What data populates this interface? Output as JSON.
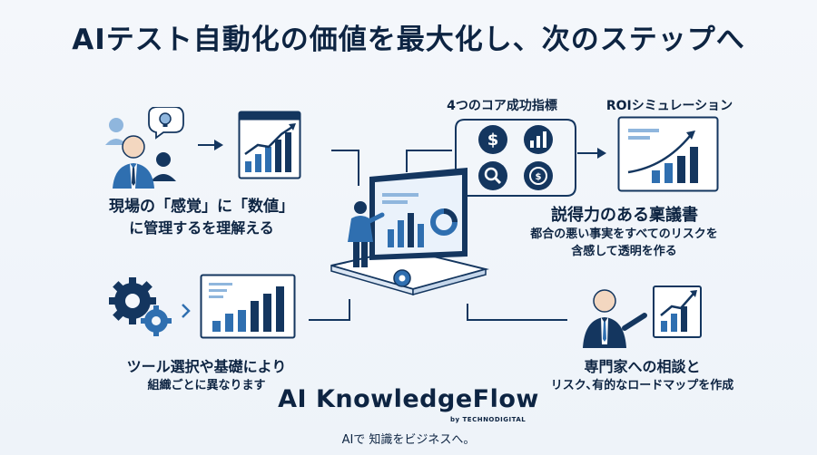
{
  "title": "AIテスト自動化の価値を最大化し、次のステップへ",
  "top_left": {
    "line1": "現場の「感覚」に「数値」",
    "line2": "に管理するを理解える"
  },
  "top_right": {
    "metrics_heading": "4つのコア成功指標",
    "roi_heading": "ROIシミュレーション",
    "proposal_title": "説得力のある稟議書",
    "proposal_line1": "都合の悪い事実をすべてのリスクを",
    "proposal_line2": "含感して透明を作る"
  },
  "bottom_left": {
    "line1": "ツール選択や基礎により",
    "line2": "組織ごとに異なります"
  },
  "bottom_right": {
    "line1": "専門家への相談と",
    "line2": "リスク､有的なロードマップを作成"
  },
  "brand": {
    "name": "AI KnowledgeFlow",
    "by": "by TECHNODIGITAL",
    "tagline": "AIで 知識をビジネスへ。"
  },
  "metric_icons": [
    "dollar-icon",
    "bar-chart-icon",
    "search-icon",
    "coin-cycle-icon"
  ],
  "colors": {
    "navy": "#14365f",
    "blue": "#2f6fb0",
    "light_blue": "#8fb6dd"
  }
}
